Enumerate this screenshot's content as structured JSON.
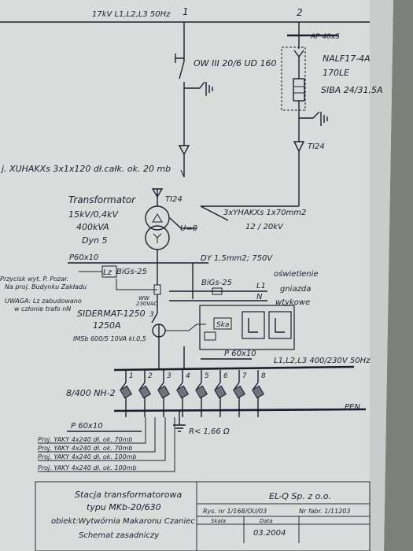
{
  "supply": {
    "label": "17kV L1,L2,L3 50Hz",
    "node1": "1",
    "node2": "2"
  },
  "busbar": {
    "ap": "AP 40x5"
  },
  "switch": {
    "disconnector": "OW III 20/6 UD 160"
  },
  "fuse": {
    "type": "NALF17-4A",
    "rating": "170LE",
    "base": "SIBA 24/31,5A"
  },
  "arrester": {
    "right": "TI24",
    "transformer": "TI24"
  },
  "cable_hv": {
    "label": "j. XUHAKXs 3x1x120 dł.całk. ok. 20 mb"
  },
  "cable_tr": {
    "label": "3xYHAKXs 1x70mm2",
    "voltage": "12 / 20kV"
  },
  "transformer": {
    "name": "Transformator",
    "voltage": "15kV/0,4kV",
    "power": "400kVA",
    "group": "Dyn 5",
    "u": "U=0"
  },
  "lv": {
    "p60_top": "P60x10",
    "lz": "Lz",
    "bigs1": "BiGs-25",
    "dy": "DY 1,5mm2; 750V",
    "bigs2": "BiGs-25",
    "l1": "L1",
    "n": "N",
    "lighting": [
      "oświetlenie",
      "gniazda",
      "wtykowe"
    ],
    "push_btn": [
      "Przycisk wyt. P. Pozar.",
      "Na proj. Budynku Zakładu"
    ],
    "warning": [
      "UWAGA: Lz zabudowano",
      "w członie trafo nN"
    ],
    "ww": [
      "WW",
      "230VAC"
    ],
    "breaker": "SIDERMAT-1250",
    "breaker_rating": "1250A",
    "meter": "IMSb 600/5 10VA kl.0,5",
    "node3": "3",
    "ska": "Ska",
    "p60_mid": "P 60x10",
    "bus_label": "L1,L2,L3   400/230V 50Hz",
    "circuits": [
      "1",
      "2",
      "3",
      "4",
      "5",
      "6",
      "7",
      "8"
    ],
    "fuses": "8/400 NH-2",
    "p60_bottom": "P 60x10",
    "pen": "PEN",
    "earth": "R< 1,66 Ω",
    "cables": [
      "Proj. YAKY 4x240 dł. ok. 70mb",
      "Proj. YAKY 4x240 dł. ok. 70mb",
      "Proj. YAKY 4x240 dł. ok. 100mb",
      "Proj. YAKY 4x240 dł. ok. 100mb"
    ]
  },
  "title_block": {
    "line1": "Stacja transformatorowa",
    "line2": "typu MKb-20/630",
    "object": "obiekt:Wytwórnia Makaronu Czaniec",
    "schema": "Schemat zasadniczy",
    "company": "EL-Q Sp. z o.o.",
    "rys": "Rys. nr 1/168/OU/03",
    "fabr": "Nr fabr. 1/11203",
    "skala_label": "Skala",
    "data_label": "Data",
    "date": "03.2004"
  }
}
